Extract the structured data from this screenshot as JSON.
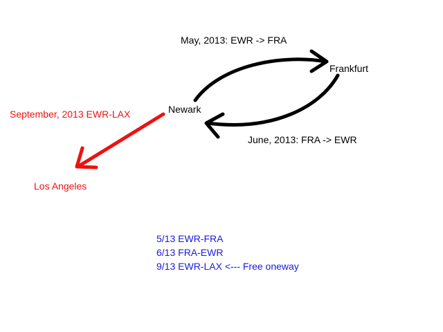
{
  "colors": {
    "outbound_route": "#000000",
    "return_route": "#000000",
    "oneway_route": "#ee1111",
    "notes_text": "#1a1adc",
    "label_text": "#000000",
    "oneway_text": "#ee1111"
  },
  "cities": {
    "newark": "Newark",
    "frankfurt": "Frankfurt",
    "los_angeles": "Los Angeles"
  },
  "routes": {
    "outbound": "May, 2013: EWR -> FRA",
    "return": "June, 2013: FRA -> EWR",
    "oneway": "September, 2013 EWR-LAX"
  },
  "notes": [
    "5/13 EWR-FRA",
    "6/13 FRA-EWR",
    "9/13 EWR-LAX <--- Free oneway"
  ]
}
